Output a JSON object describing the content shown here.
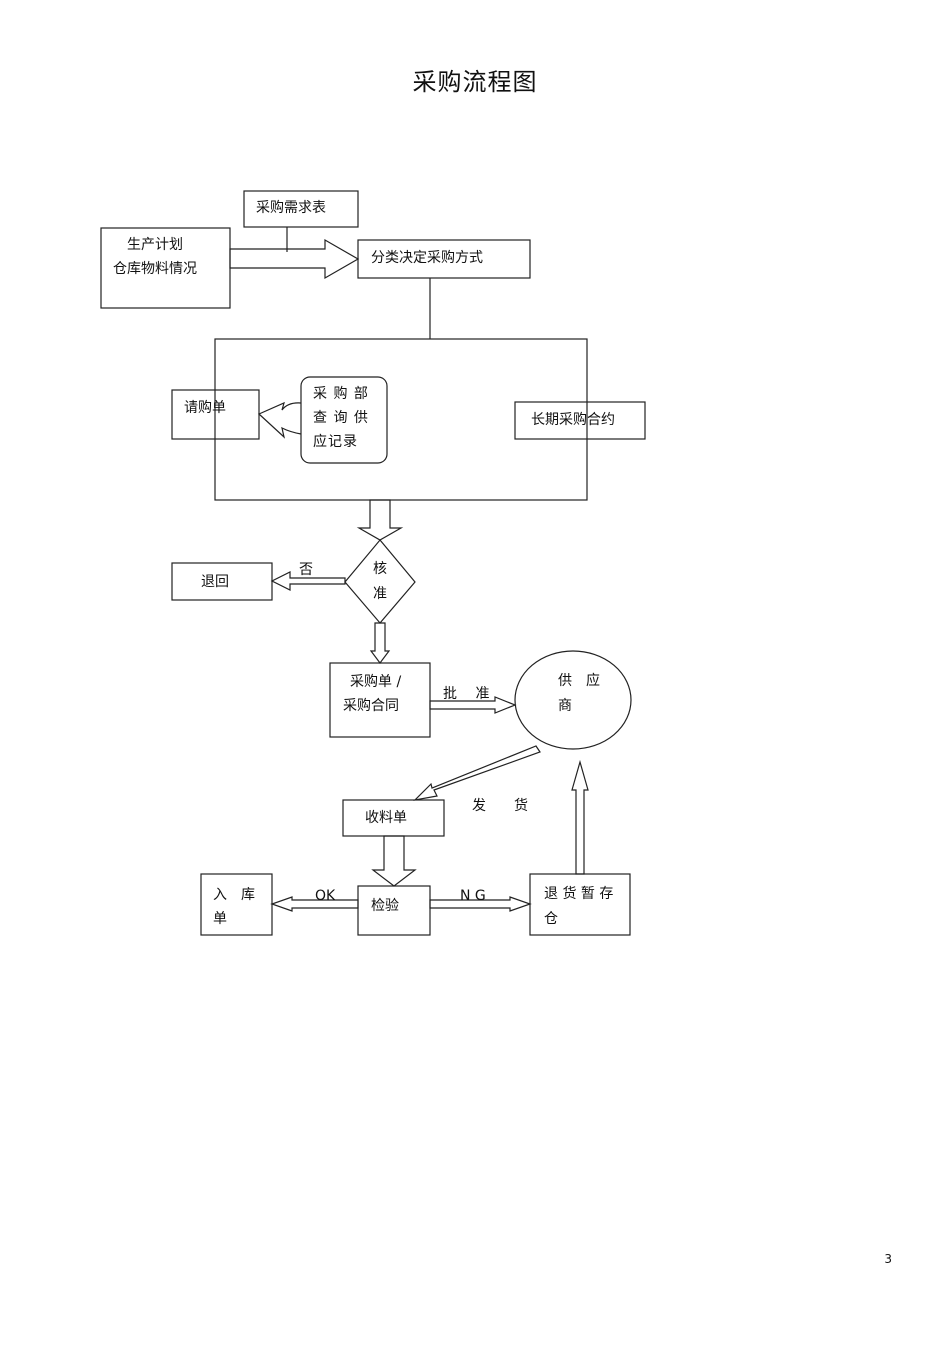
{
  "title": "采购流程图",
  "nodes": {
    "demand_form": "采购需求表",
    "prod_plan_1": "生产计划",
    "prod_plan_2": "仓库物料情况",
    "classify": "分类决定采购方式",
    "requisition": "请购单",
    "dept_record": "采 购 部 查 询 供 应记录",
    "long_contract": "长期采购合约",
    "return": "退回",
    "approve_1": "核",
    "approve_2": "准",
    "po_1": "采购单 /",
    "po_2": "采购合同",
    "supplier_1": "供　应",
    "supplier_2": "商",
    "receipt": "收料单",
    "inspection": "检验",
    "warehouse_1": "入　库",
    "warehouse_2": "单",
    "return_store_1": "退 货 暂 存",
    "return_store_2": "仓"
  },
  "edge_labels": {
    "no": "否",
    "approved": "批　 准",
    "ship": "发　　货",
    "ok": "OK",
    "ng": "N G"
  },
  "page_number": "3"
}
